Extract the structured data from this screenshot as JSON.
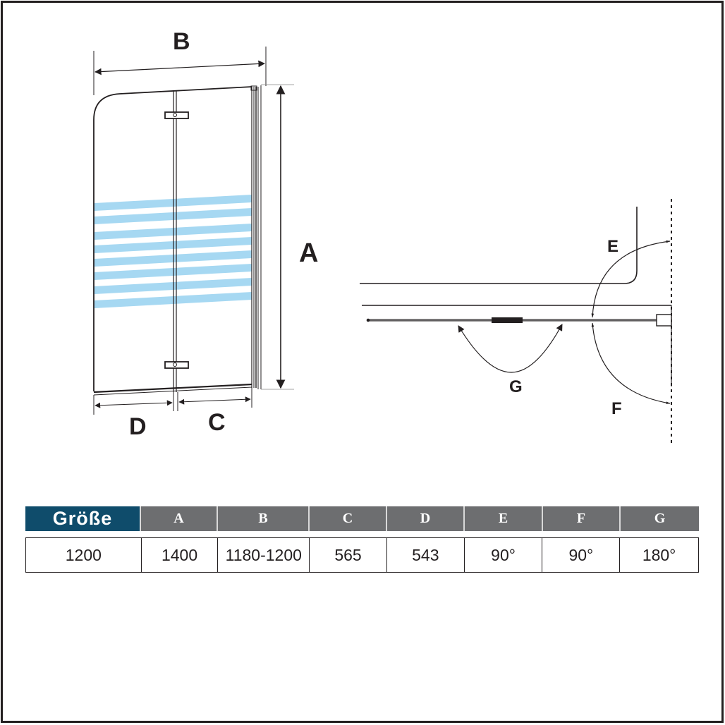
{
  "diagram": {
    "front_view": {
      "labels": {
        "height": "A",
        "total_width": "B",
        "panel_right_width": "C",
        "panel_left_width": "D"
      },
      "frosted_stripe_color": "#a6d8f2",
      "stripe_count": 8
    },
    "top_view": {
      "labels": {
        "inward_swing": "E",
        "outward_swing": "F",
        "fold_angle": "G"
      }
    },
    "line_color": "#231f20"
  },
  "table": {
    "header_color": "#0f4c6b",
    "column_header_color": "#6d6e70",
    "headers": [
      "Größe",
      "A",
      "B",
      "C",
      "D",
      "E",
      "F",
      "G"
    ],
    "values": [
      "1200",
      "1400",
      "1180-1200",
      "565",
      "543",
      "90°",
      "90°",
      "180°"
    ]
  }
}
